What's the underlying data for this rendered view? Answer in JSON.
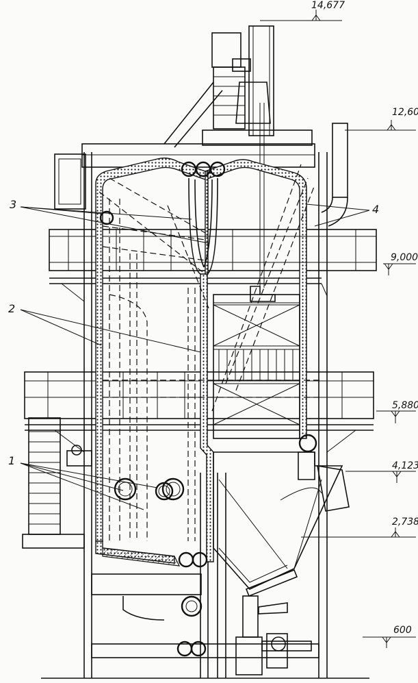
{
  "elevations": [
    {
      "id": "el-14677",
      "label": "14,677"
    },
    {
      "id": "el-1260",
      "label": "12,60"
    },
    {
      "id": "el-9000",
      "label": "9,000"
    },
    {
      "id": "el-5880",
      "label": "5,880"
    },
    {
      "id": "el-4123",
      "label": "4,123"
    },
    {
      "id": "el-2738",
      "label": "2,738"
    },
    {
      "id": "el-600",
      "label": "600"
    }
  ],
  "callouts": [
    {
      "id": "callout-1",
      "label": "1"
    },
    {
      "id": "callout-2",
      "label": "2"
    },
    {
      "id": "callout-3",
      "label": "3"
    },
    {
      "id": "callout-4",
      "label": "4"
    }
  ],
  "colors": {
    "ink": "#111111",
    "paper": "#fbfbf9"
  }
}
